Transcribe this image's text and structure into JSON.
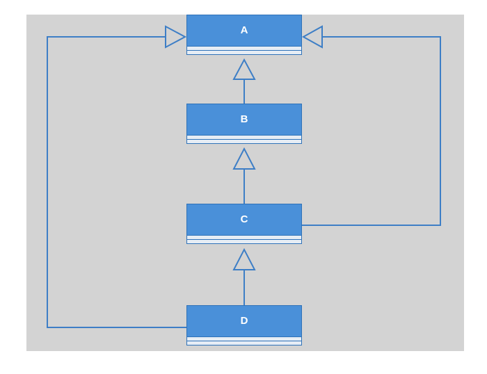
{
  "diagram": {
    "type": "uml-class-inheritance",
    "colors": {
      "background": "#d3d3d3",
      "class_fill": "#4a90d9",
      "class_border": "#2f72b8",
      "compartment_fill": "#e6edf5",
      "connector": "#3d7ec6",
      "label": "#ffffff"
    },
    "classes": [
      {
        "id": "A",
        "name": "A"
      },
      {
        "id": "B",
        "name": "B"
      },
      {
        "id": "C",
        "name": "C"
      },
      {
        "id": "D",
        "name": "D"
      }
    ],
    "generalizations": [
      {
        "child": "B",
        "parent": "A"
      },
      {
        "child": "C",
        "parent": "B"
      },
      {
        "child": "D",
        "parent": "C"
      },
      {
        "child": "C",
        "parent": "A"
      },
      {
        "child": "D",
        "parent": "A"
      }
    ]
  }
}
